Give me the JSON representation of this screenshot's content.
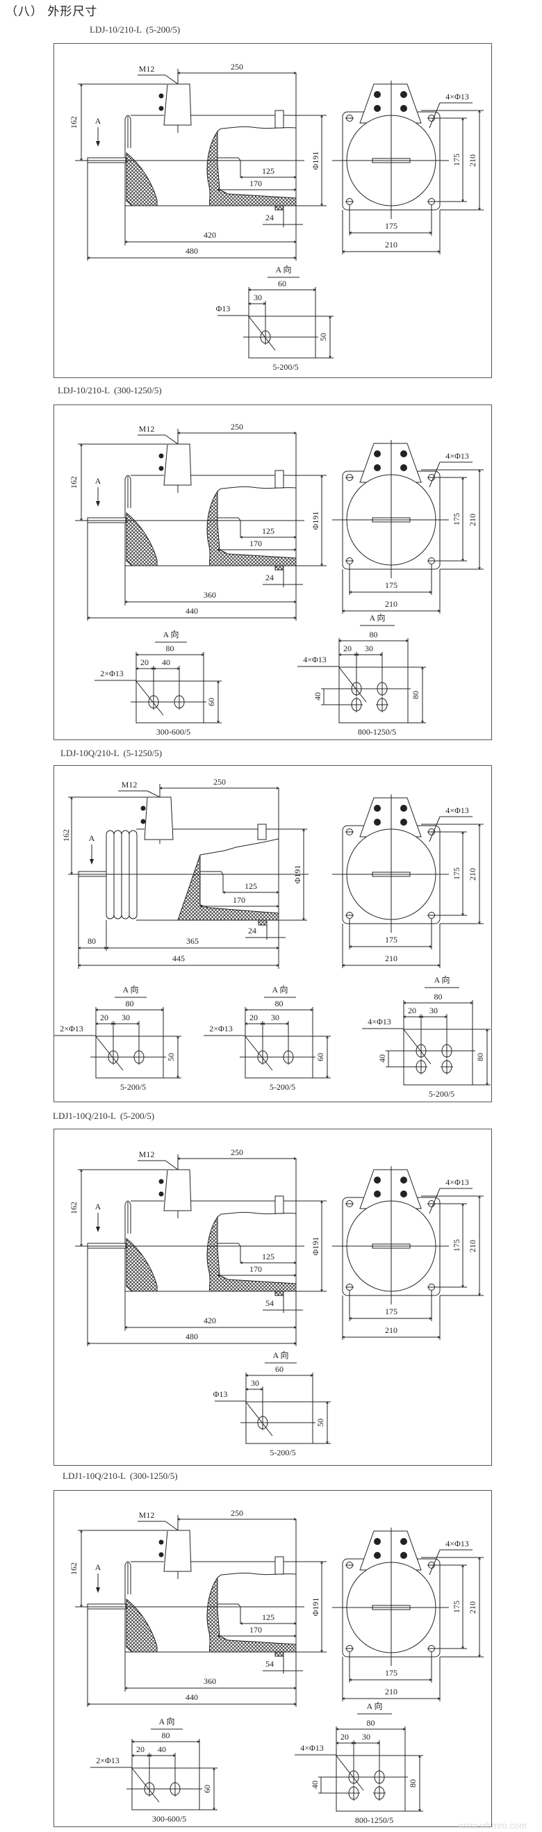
{
  "heading": "（八） 外形尺寸",
  "watermark": "www.vibmro.com",
  "sections": [
    {
      "title": "LDJ-10/210-L  (5-200/5)",
      "side": {
        "variant": "standard",
        "thread": "M12",
        "top": "250",
        "height": "162",
        "arrow": "A",
        "diameter": "Φ191",
        "d125": "125",
        "d170": "170",
        "foot": "24",
        "inner": "420",
        "total": "480"
      },
      "front": {
        "holes": "4×Φ13",
        "inner_v": "175",
        "outer_v": "210",
        "inner_h": "175",
        "outer_h": "210"
      },
      "a_views": [
        {
          "type": "single",
          "heading": "A  向",
          "width": "60",
          "offset": "30",
          "height": "50",
          "hole": "Φ13",
          "ratio": "5-200/5"
        }
      ]
    },
    {
      "title": "LDJ-10/210-L  (300-1250/5)",
      "side": {
        "variant": "standard",
        "thread": "M12",
        "top": "250",
        "height": "162",
        "arrow": "A",
        "diameter": "Φ191",
        "d125": "125",
        "d170": "170",
        "foot": "24",
        "inner": "360",
        "total": "440"
      },
      "front": {
        "holes": "4×Φ13",
        "inner_v": "175",
        "outer_v": "210",
        "inner_h": "175",
        "outer_h": "210"
      },
      "a_views": [
        {
          "type": "double",
          "heading": "A  向",
          "width": "80",
          "offset": "20",
          "spacing": "40",
          "height": "60",
          "hole": "2×Φ13",
          "ratio": "300-600/5"
        },
        {
          "type": "quad",
          "heading": "A  向",
          "width": "80",
          "offset": "20",
          "spacing": "30",
          "row_spacing": "40",
          "height": "80",
          "hole": "4×Φ13",
          "ratio": "800-1250/5"
        }
      ]
    },
    {
      "title": "LDJ-10Q/210-L  (5-1250/5)",
      "side": {
        "variant": "bellows",
        "thread": "M12",
        "top": "250",
        "height": "162",
        "arrow": "A",
        "diameter": "Φ191",
        "d125": "125",
        "d170": "170",
        "foot": "24",
        "first": "80",
        "inner": "365",
        "total": "445"
      },
      "front": {
        "holes": "4×Φ13",
        "inner_v": "175",
        "outer_v": "210",
        "inner_h": "175",
        "outer_h": "210"
      },
      "a_views": [
        {
          "type": "double",
          "heading": "A  向",
          "width": "80",
          "offset": "20",
          "spacing": "30",
          "height": "50",
          "hole": "2×Φ13",
          "ratio": "5-200/5"
        },
        {
          "type": "double",
          "heading": "A  向",
          "width": "80",
          "offset": "20",
          "spacing": "30",
          "height": "60",
          "hole": "2×Φ13",
          "ratio": "5-200/5"
        },
        {
          "type": "quad",
          "heading": "A  向",
          "width": "80",
          "offset": "20",
          "spacing": "30",
          "row_spacing": "40",
          "height": "80",
          "hole": "4×Φ13",
          "ratio": "5-200/5"
        }
      ]
    },
    {
      "title": "LDJ1-10Q/210-L  (5-200/5)",
      "side": {
        "variant": "standard",
        "thread": "M12",
        "top": "250",
        "height": "162",
        "arrow": "A",
        "diameter": "Φ191",
        "d125": "125",
        "d170": "170",
        "foot": "54",
        "inner": "420",
        "total": "480"
      },
      "front": {
        "holes": "4×Φ13",
        "inner_v": "175",
        "outer_v": "210",
        "inner_h": "175",
        "outer_h": "210"
      },
      "a_views": [
        {
          "type": "single",
          "heading": "A  向",
          "width": "60",
          "offset": "30",
          "height": "50",
          "hole": "Φ13",
          "ratio": "5-200/5"
        }
      ]
    },
    {
      "title": "LDJ1-10Q/210-L  (300-1250/5)",
      "side": {
        "variant": "standard",
        "thread": "M12",
        "top": "250",
        "height": "162",
        "arrow": "A",
        "diameter": "Φ191",
        "d125": "125",
        "d170": "170",
        "foot": "54",
        "inner": "360",
        "total": "440"
      },
      "front": {
        "holes": "4×Φ13",
        "inner_v": "175",
        "outer_v": "210",
        "inner_h": "175",
        "outer_h": "210"
      },
      "a_views": [
        {
          "type": "double",
          "heading": "A  向",
          "width": "80",
          "offset": "20",
          "spacing": "40",
          "height": "60",
          "hole": "2×Φ13",
          "ratio": "300-600/5"
        },
        {
          "type": "quad",
          "heading": "A  向",
          "width": "80",
          "offset": "20",
          "spacing": "30",
          "row_spacing": "40",
          "height": "80",
          "hole": "4×Φ13",
          "ratio": "800-1250/5"
        }
      ]
    }
  ]
}
